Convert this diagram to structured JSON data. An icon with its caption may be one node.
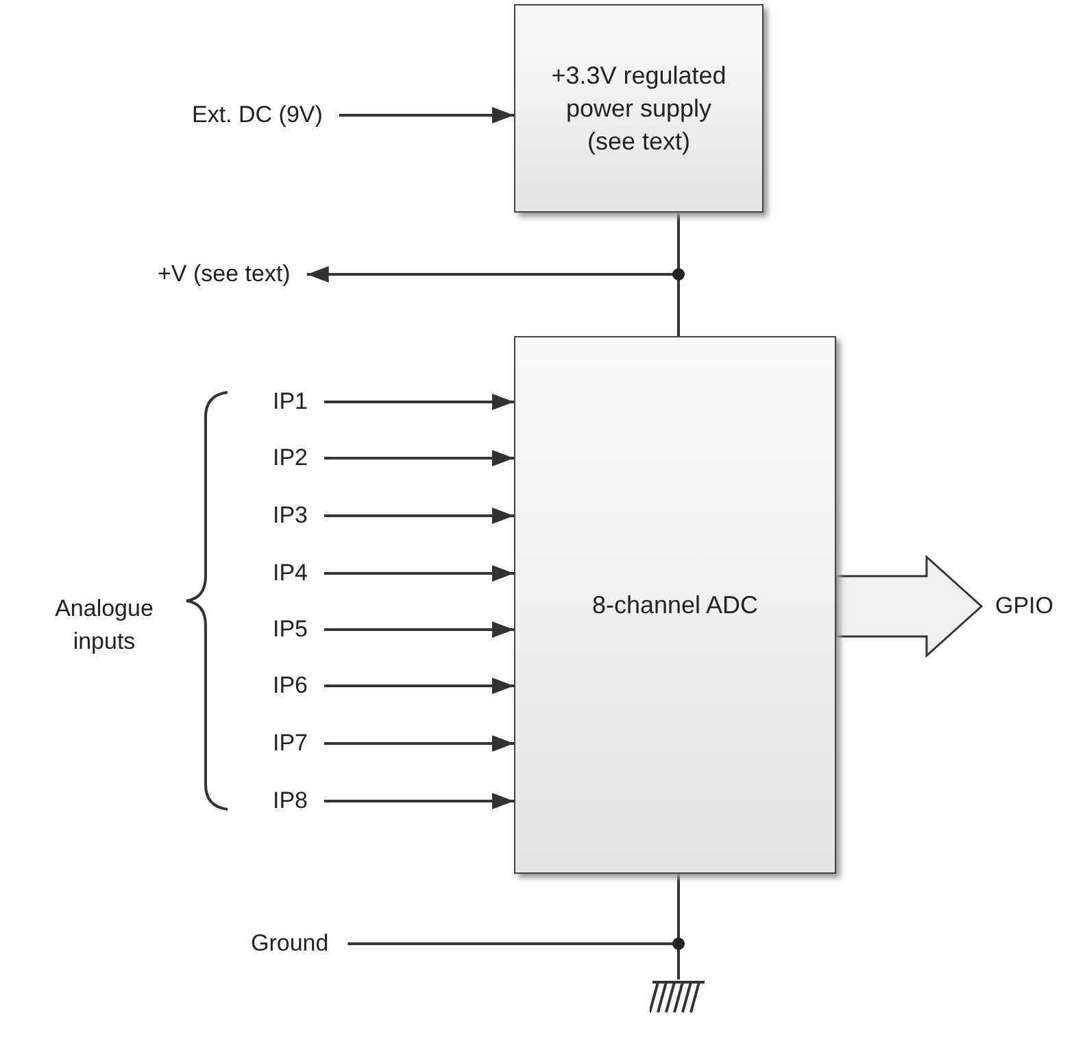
{
  "diagram": {
    "nodes": [
      {
        "text": [
          "+3.3V regulated power supply (see text)"
        ]
      },
      {
        "text": [
          "Ext. DC (9V)"
        ]
      },
      {
        "text": [
          "+V (see text)"
        ]
      },
      {
        "text": [
          "8-channel ADC"
        ]
      },
      {
        "text": [
          "IP1"
        ]
      },
      {
        "text": [
          "IP2"
        ]
      },
      {
        "text": [
          "IP3"
        ]
      },
      {
        "text": [
          "IP4"
        ]
      },
      {
        "text": [
          "IP5"
        ]
      },
      {
        "text": [
          "IP6"
        ]
      },
      {
        "text": [
          "IP7"
        ]
      },
      {
        "text": [
          "IP8"
        ]
      },
      {
        "text": [
          "GPIO"
        ]
      },
      {
        "text": [
          "Ground"
        ]
      },
      {
        "text": [],
        "shape": "ground"
      }
    ],
    "edges": [
      {
        "from": 1,
        "to": 0,
        "arrow": "to"
      },
      {
        "from": 0,
        "to": 2,
        "arrow": "to"
      },
      {
        "from": 0,
        "to": 3,
        "arrow": "none"
      },
      {
        "from": 4,
        "to": 3,
        "arrow": "to"
      },
      {
        "from": 5,
        "to": 3,
        "arrow": "to"
      },
      {
        "from": 6,
        "to": 3,
        "arrow": "to"
      },
      {
        "from": 7,
        "to": 3,
        "arrow": "to"
      },
      {
        "from": 8,
        "to": 3,
        "arrow": "to"
      },
      {
        "from": 9,
        "to": 3,
        "arrow": "to"
      },
      {
        "from": 10,
        "to": 3,
        "arrow": "to"
      },
      {
        "from": 11,
        "to": 3,
        "arrow": "to"
      },
      {
        "from": 3,
        "to": 12,
        "arrow": "to",
        "style": "thick"
      },
      {
        "from": 3,
        "to": 14,
        "arrow": "none"
      },
      {
        "from": 13,
        "to": 14,
        "arrow": "none"
      }
    ],
    "labels": [
      "Analogue inputs"
    ]
  }
}
